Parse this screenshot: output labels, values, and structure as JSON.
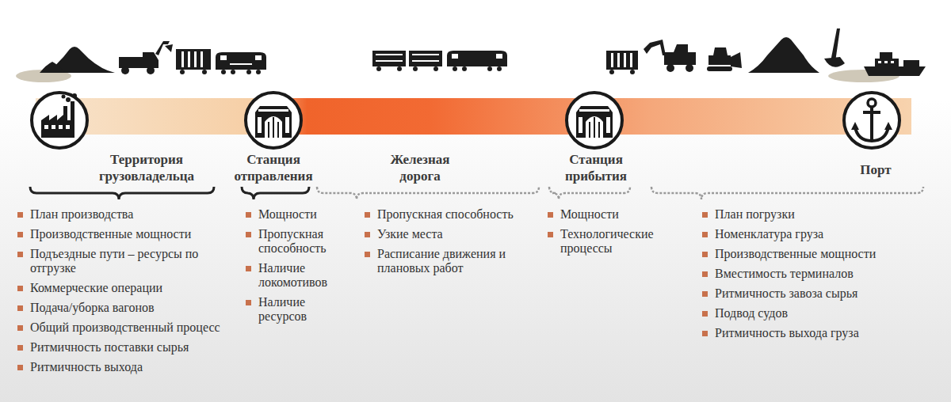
{
  "diagram": {
    "labels": [
      "Территория грузовладельца",
      "Станция отправления",
      "Железная дорога",
      "Станция прибытия",
      "Порт",
      "План производства",
      "Производственные мощности",
      "Подъездные пути – ресурсы по отгрузке",
      "Коммерческие операции",
      "Подача/уборка вагонов",
      "Общий производственный процесс",
      "Ритмичность поставки сырья",
      "Ритмичность выхода",
      "Мощности",
      "Пропускная способность",
      "Наличие локомотивов",
      "Наличие ресурсов",
      "Пропускная способность",
      "Узкие места",
      "Расписание движения и плановых работ",
      "Мощности",
      "Технологические процессы",
      "План погрузки",
      "Номенклатура груза",
      "Производственные мощности",
      "Вместимость терминалов",
      "Ритмичность завоза сырья",
      "Подвод судов",
      "Ритмичность выхода груза"
    ]
  }
}
